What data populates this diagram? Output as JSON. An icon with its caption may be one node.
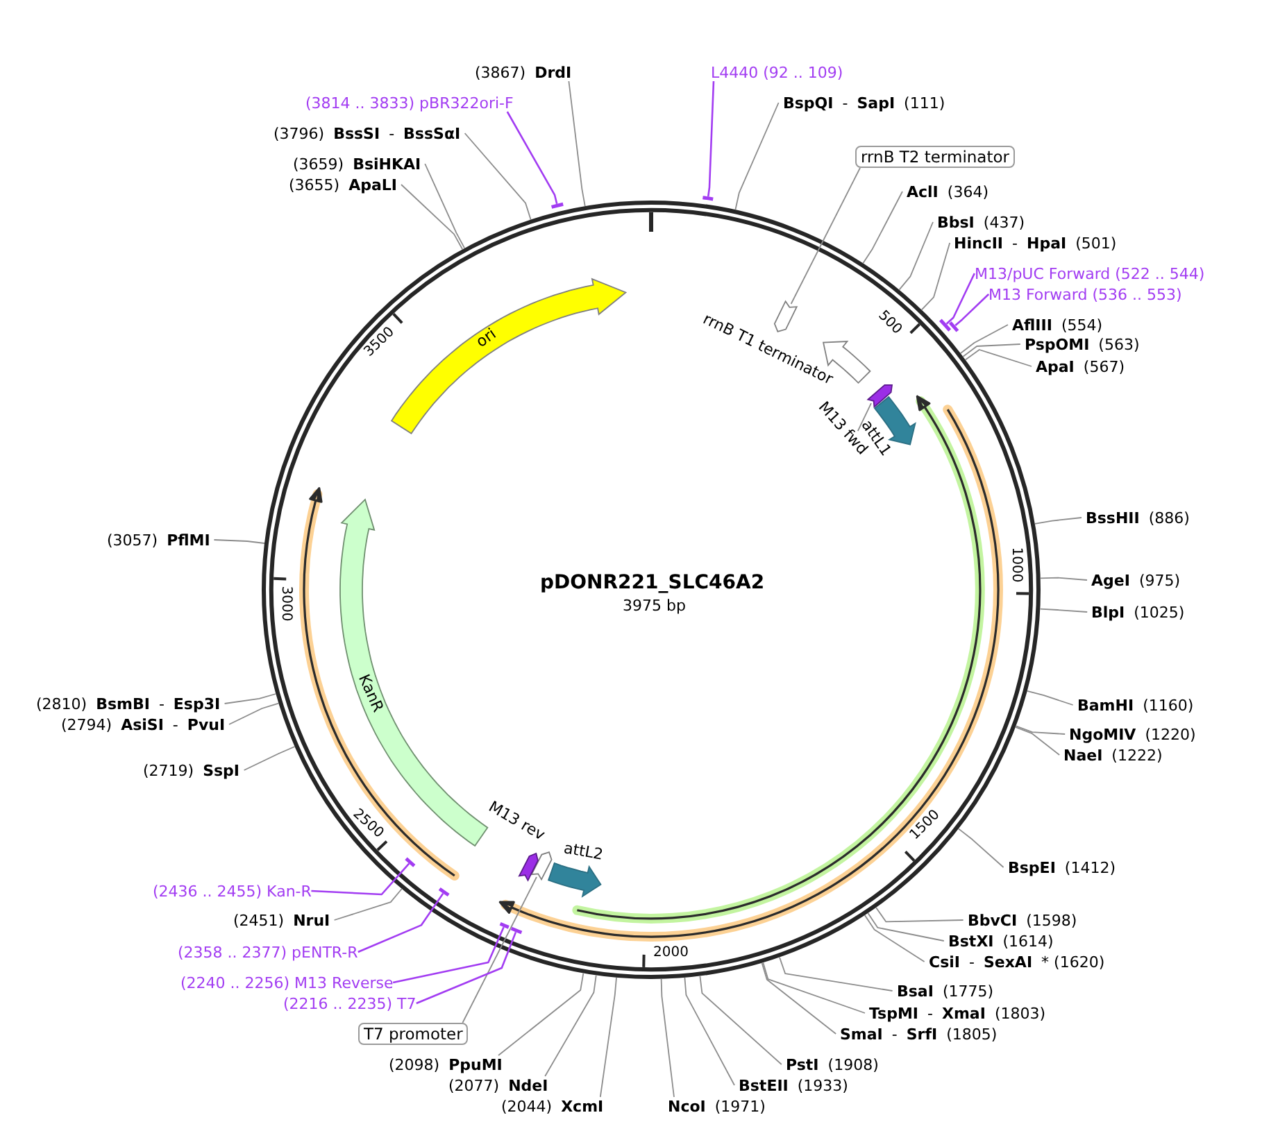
{
  "diagram": {
    "title": "pDONR221_SLC46A2",
    "nodes": [
      {
        "text": [
          "L4440 (92 .. 109)"
        ]
      },
      {
        "text": [
          "**BspQI** - **SapI** (111)"
        ]
      },
      {
        "text": [
          "rrnB T2 terminator"
        ]
      },
      {
        "text": [
          "**AclI** (364)"
        ]
      },
      {
        "text": [
          "**BbsI** (437)"
        ]
      },
      {
        "text": [
          "**HincII** - **HpaI** (501)"
        ]
      },
      {
        "text": [
          "M13/pUC Forward (522 .. 544)"
        ]
      },
      {
        "text": [
          "M13 Forward (536 .. 553)"
        ]
      },
      {
        "text": [
          "**AflIII** (554)"
        ]
      },
      {
        "text": [
          "**PspOMI** (563)"
        ]
      },
      {
        "text": [
          "**ApaI** (567)"
        ]
      },
      {
        "text": [
          "**BssHII** (886)"
        ]
      },
      {
        "text": [
          "**AgeI** (975)"
        ]
      },
      {
        "text": [
          "**BlpI** (1025)"
        ]
      },
      {
        "text": [
          "**BamHI** (1160)"
        ]
      },
      {
        "text": [
          "**NgoMIV** (1220)"
        ]
      },
      {
        "text": [
          "**NaeI** (1222)"
        ]
      },
      {
        "text": [
          "**BspEI** (1412)"
        ]
      },
      {
        "text": [
          "**BbvCI** (1598)"
        ]
      },
      {
        "text": [
          "**BstXI** (1614)"
        ]
      },
      {
        "text": [
          "**CsiI** - **SexAI** * (1620)"
        ]
      },
      {
        "text": [
          "**BsaI** (1775)"
        ]
      },
      {
        "text": [
          "**TspMI** - **XmaI** (1803)"
        ]
      },
      {
        "text": [
          "**SmaI** - **SrfI** (1805)"
        ]
      },
      {
        "text": [
          "**PstI** (1908)"
        ]
      },
      {
        "text": [
          "**BstEII** (1933)"
        ]
      },
      {
        "text": [
          "**NcoI** (1971)"
        ]
      },
      {
        "text": [
          "(2044) **XcmI**"
        ]
      },
      {
        "text": [
          "(2077) **NdeI**"
        ]
      },
      {
        "text": [
          "(2098) **PpuMI**"
        ]
      },
      {
        "text": [
          "T7 promoter"
        ]
      },
      {
        "text": [
          "(2216 .. 2235) T7"
        ]
      },
      {
        "text": [
          "(2240 .. 2256) M13 Reverse"
        ]
      },
      {
        "text": [
          "(2358 .. 2377) pENTR-R"
        ]
      },
      {
        "text": [
          "(2451) **NruI**"
        ]
      },
      {
        "text": [
          "(2436 .. 2455) Kan-R"
        ]
      },
      {
        "text": [
          "(2719) **SspI**"
        ]
      },
      {
        "text": [
          "(2794) **AsiSI** - **PvuI**"
        ]
      },
      {
        "text": [
          "(2810) **BsmBI** - **Esp3I**"
        ]
      },
      {
        "text": [
          "(3057) **PflMI**"
        ]
      },
      {
        "text": [
          "(3655) **ApaLI**"
        ]
      },
      {
        "text": [
          "(3659) **BsiHKAI**"
        ]
      },
      {
        "text": [
          "(3796) **BssSI** - **BssSαI**"
        ]
      },
      {
        "text": [
          "(3814 .. 3833) pBR322ori-F"
        ]
      },
      {
        "text": [
          "(3867) **DrdI**"
        ]
      },
      {
        "text": [
          "ori"
        ]
      },
      {
        "text": [
          "rrnB T1 terminator"
        ]
      },
      {
        "text": [
          "M13 fwd"
        ]
      },
      {
        "text": [
          "attL1"
        ]
      },
      {
        "text": [
          "attL2"
        ]
      },
      {
        "text": [
          "M13 rev"
        ]
      },
      {
        "text": [
          "KanR"
        ]
      },
      {
        "text": [],
        "shape": "arrow"
      },
      {
        "text": [],
        "shape": "arrow"
      },
      {
        "text": [],
        "shape": "arrow"
      },
      {
        "text": [],
        "shape": "bar"
      },
      {
        "text": [],
        "shape": "bar"
      },
      {
        "text": [],
        "shape": "bar"
      },
      {
        "text": [],
        "shape": "bar"
      },
      {
        "text": [],
        "shape": "bar"
      },
      {
        "text": [],
        "shape": "bar"
      },
      {
        "text": [],
        "shape": "bar"
      },
      {
        "text": [],
        "shape": "bar"
      }
    ],
    "edges": [
      {
        "from": 0,
        "to": 60,
        "arrow": "none",
        "color": "#a23cf2"
      },
      {
        "from": 1,
        "to": null,
        "arrow": "none"
      },
      {
        "from": 2,
        "to": 53,
        "arrow": "none"
      },
      {
        "from": 3,
        "to": null,
        "arrow": "none"
      },
      {
        "from": 4,
        "to": null,
        "arrow": "none"
      },
      {
        "from": 5,
        "to": null,
        "arrow": "none"
      },
      {
        "from": 6,
        "to": 61,
        "arrow": "none",
        "color": "#a23cf2"
      },
      {
        "from": 7,
        "to": 62,
        "arrow": "none",
        "color": "#a23cf2"
      },
      {
        "from": 8,
        "to": null,
        "arrow": "none"
      },
      {
        "from": 9,
        "to": null,
        "arrow": "none"
      },
      {
        "from": 10,
        "to": null,
        "arrow": "none"
      },
      {
        "from": 11,
        "to": null,
        "arrow": "none"
      },
      {
        "from": 12,
        "to": null,
        "arrow": "none"
      },
      {
        "from": 13,
        "to": null,
        "arrow": "none"
      },
      {
        "from": 14,
        "to": null,
        "arrow": "none"
      },
      {
        "from": 15,
        "to": null,
        "arrow": "none"
      },
      {
        "from": 16,
        "to": null,
        "arrow": "none"
      },
      {
        "from": 17,
        "to": null,
        "arrow": "none"
      },
      {
        "from": 18,
        "to": null,
        "arrow": "none"
      },
      {
        "from": 19,
        "to": null,
        "arrow": "none"
      },
      {
        "from": 20,
        "to": null,
        "arrow": "none"
      },
      {
        "from": 21,
        "to": null,
        "arrow": "none"
      },
      {
        "from": 22,
        "to": null,
        "arrow": "none"
      },
      {
        "from": 23,
        "to": null,
        "arrow": "none"
      },
      {
        "from": 24,
        "to": null,
        "arrow": "none"
      },
      {
        "from": 25,
        "to": null,
        "arrow": "none"
      },
      {
        "from": 26,
        "to": null,
        "arrow": "none"
      },
      {
        "from": 27,
        "to": null,
        "arrow": "none"
      },
      {
        "from": 28,
        "to": null,
        "arrow": "none"
      },
      {
        "from": 29,
        "to": null,
        "arrow": "none"
      },
      {
        "from": 30,
        "to": 52,
        "arrow": "none"
      },
      {
        "from": 31,
        "to": 58,
        "arrow": "none",
        "color": "#a23cf2"
      },
      {
        "from": 32,
        "to": 57,
        "arrow": "none",
        "color": "#a23cf2"
      },
      {
        "from": 33,
        "to": 56,
        "arrow": "none",
        "color": "#a23cf2"
      },
      {
        "from": 34,
        "to": null,
        "arrow": "none"
      },
      {
        "from": 35,
        "to": 55,
        "arrow": "none",
        "color": "#a23cf2"
      },
      {
        "from": 36,
        "to": null,
        "arrow": "none"
      },
      {
        "from": 37,
        "to": null,
        "arrow": "none"
      },
      {
        "from": 38,
        "to": null,
        "arrow": "none"
      },
      {
        "from": 39,
        "to": null,
        "arrow": "none"
      },
      {
        "from": 40,
        "to": null,
        "arrow": "none"
      },
      {
        "from": 41,
        "to": null,
        "arrow": "none"
      },
      {
        "from": 42,
        "to": null,
        "arrow": "none"
      },
      {
        "from": 43,
        "to": 59,
        "arrow": "none",
        "color": "#a23cf2"
      },
      {
        "from": 44,
        "to": null,
        "arrow": "none"
      },
      {
        "from": 47,
        "to": 54,
        "arrow": "none"
      }
    ],
    "labels": [
      "3975 bp",
      "500",
      "1000",
      "1500",
      "2000",
      "2500",
      "3000",
      "3500"
    ]
  }
}
